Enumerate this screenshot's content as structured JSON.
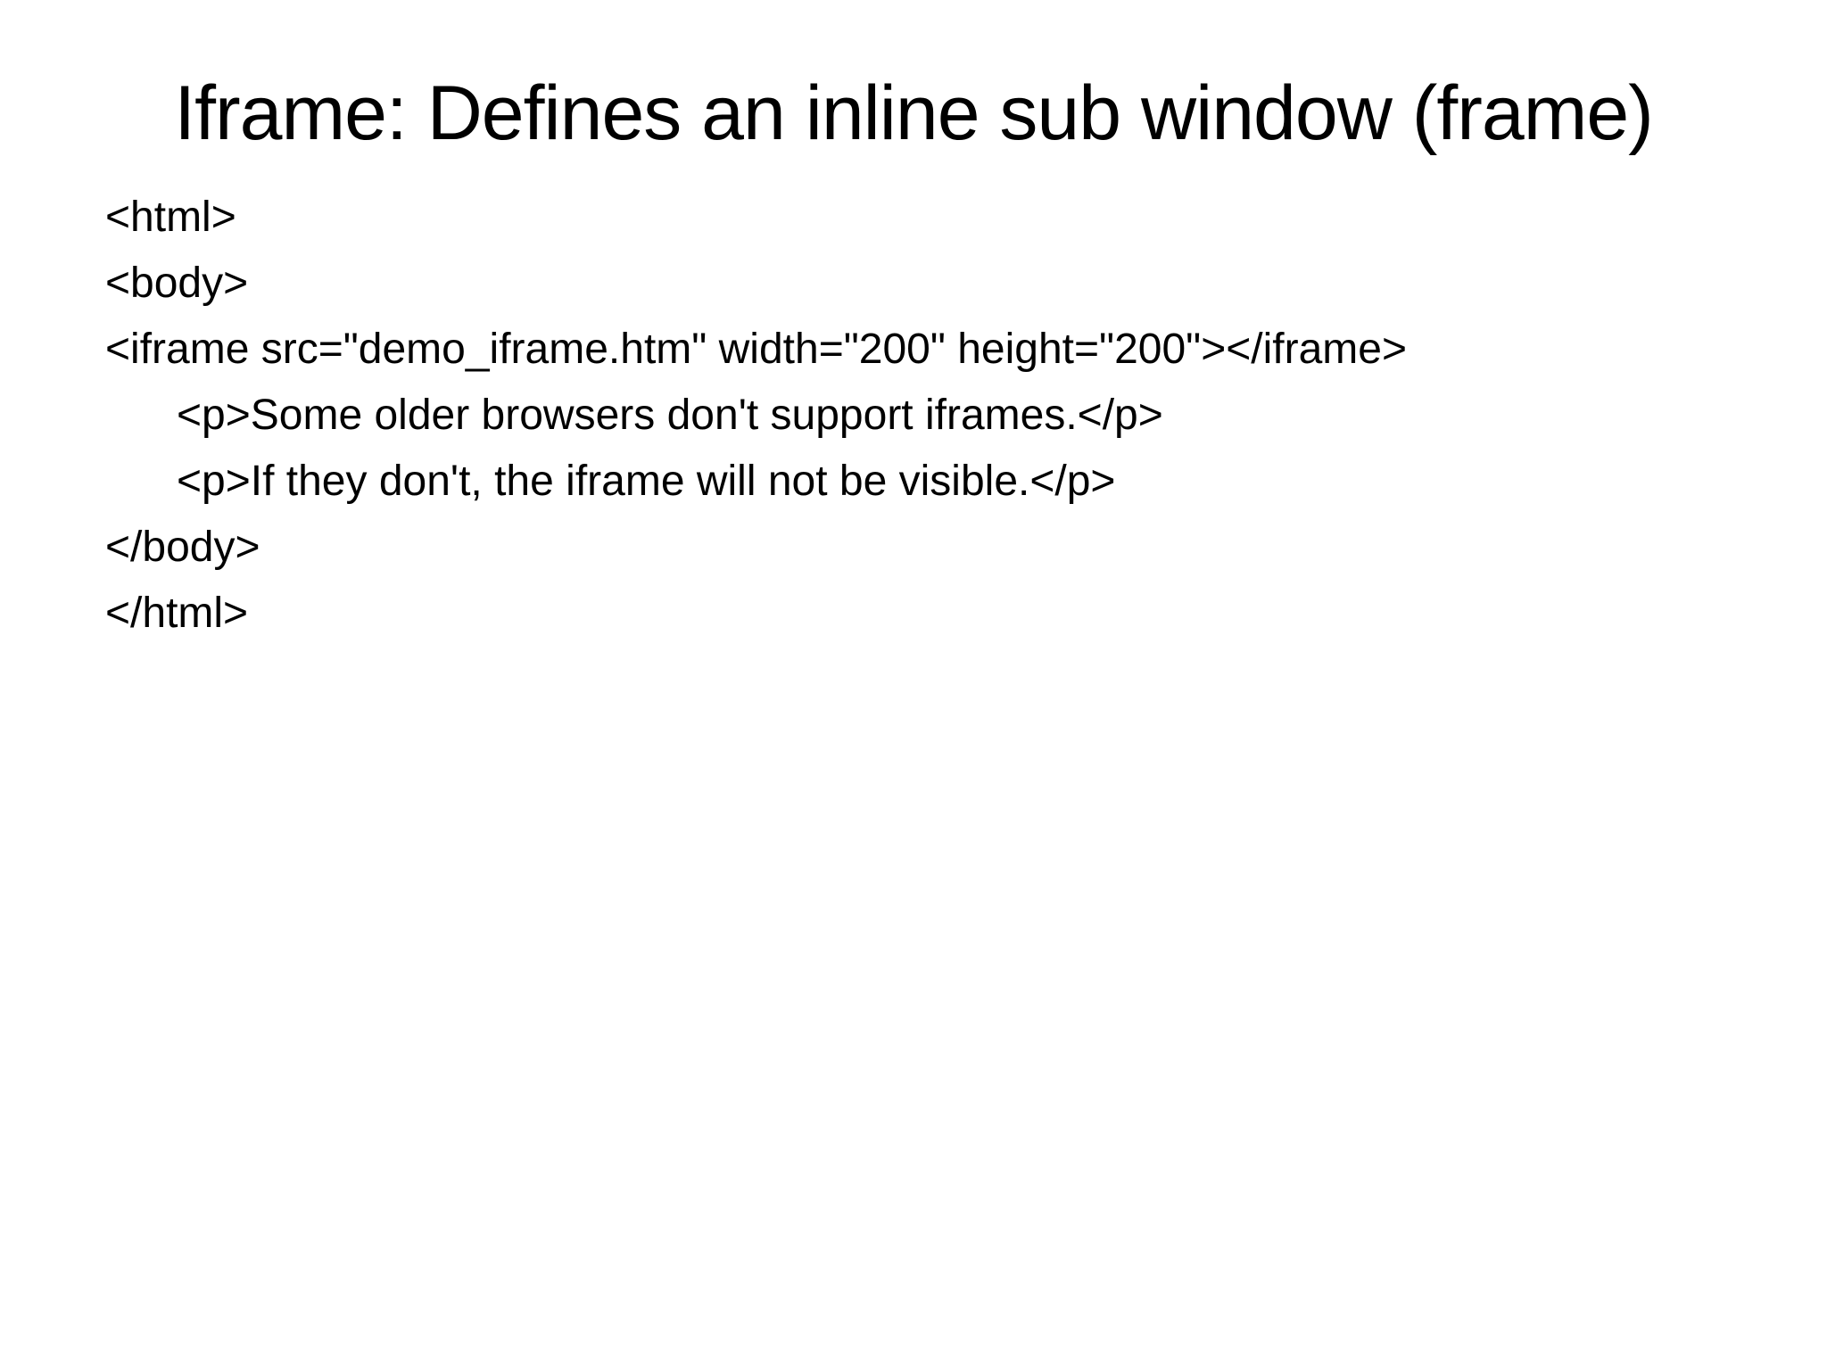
{
  "slide": {
    "title": "Iframe: Defines an inline sub window (frame)",
    "code_lines": [
      "<html>",
      "<body>",
      "<iframe src=\"demo_iframe.htm\" width=\"200\" height=\"200\"></iframe>",
      "<p>Some older browsers don't support iframes.</p>",
      "<p>If they don't, the iframe will not be visible.</p>",
      "</body>",
      "</html>"
    ]
  },
  "colors": {
    "background": "#ffffff",
    "text": "#000000"
  }
}
